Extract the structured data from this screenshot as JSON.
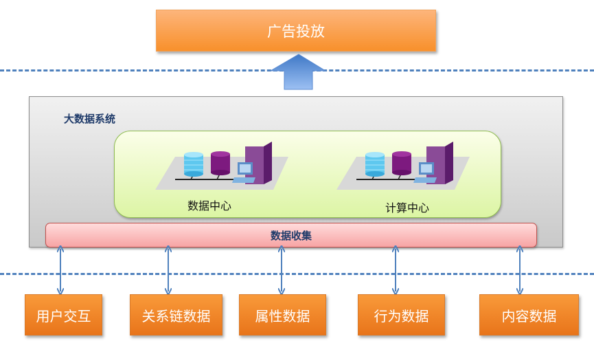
{
  "top": {
    "ad_delivery_label": "广告投放"
  },
  "system": {
    "title": "大数据系统",
    "centers": [
      {
        "label": "数据中心"
      },
      {
        "label": "计算中心"
      }
    ],
    "collection_label": "数据收集"
  },
  "sources": [
    {
      "label": "用户交互"
    },
    {
      "label": "关系链数据"
    },
    {
      "label": "属性数据"
    },
    {
      "label": "行为数据"
    },
    {
      "label": "内容数据"
    }
  ],
  "colors": {
    "orange": "#f8902b",
    "dash_blue": "#4f81bd",
    "system_title": "#1f3b6a",
    "collection_fill": "#f7a4a4",
    "center_fill": "#dcf5a4"
  }
}
